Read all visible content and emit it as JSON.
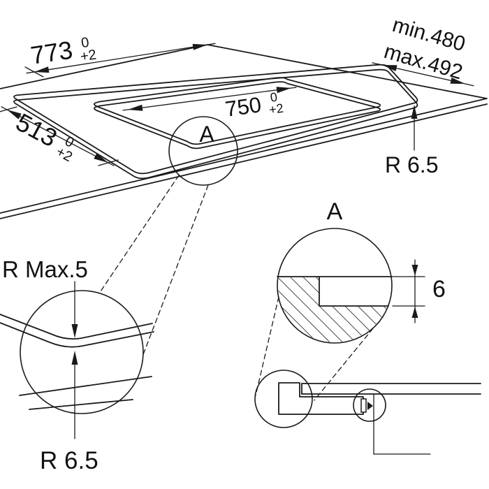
{
  "drawing": {
    "top_view": {
      "width": "773",
      "width_tol_upper": "0",
      "width_tol_lower": "+2",
      "depth": "513",
      "depth_tol_upper": "0",
      "depth_tol_lower": "+2",
      "cutout_width": "750",
      "cutout_width_tol_upper": "0",
      "cutout_width_tol_lower": "+2",
      "cutout_depth_min": "min.480",
      "cutout_depth_max": "max.492",
      "corner_radius": "R 6.5",
      "detail_marker": "A"
    },
    "corner_detail": {
      "cutout_radius_max": "R Max.5",
      "glass_radius": "R 6.5"
    },
    "section_detail": {
      "title": "A",
      "glass_thickness": "6"
    }
  }
}
